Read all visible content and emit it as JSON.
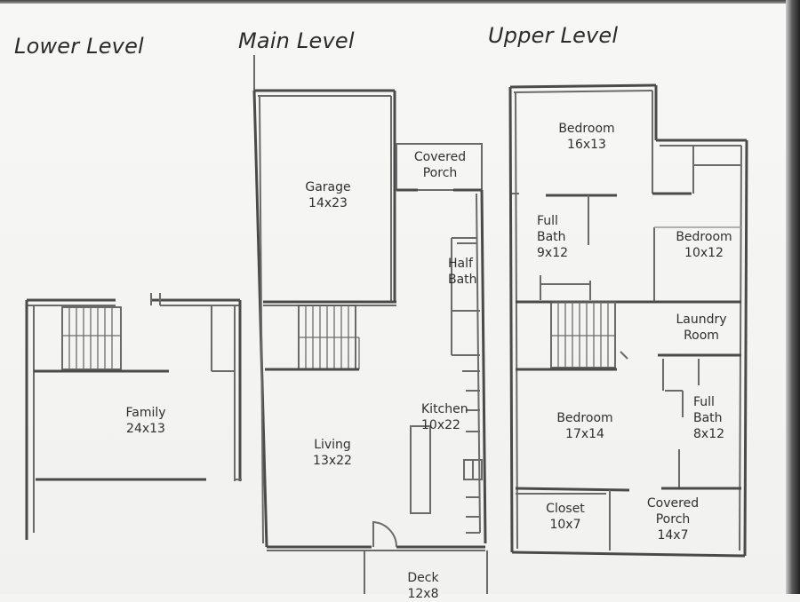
{
  "levels": {
    "lower": {
      "title": "Lower Level"
    },
    "main": {
      "title": "Main Level"
    },
    "upper": {
      "title": "Upper Level"
    }
  },
  "rooms": {
    "family": {
      "name": "Family",
      "dim": "24x13"
    },
    "garage": {
      "name": "Garage",
      "dim": "14x23"
    },
    "covered_porch_main": {
      "name_line1": "Covered",
      "name_line2": "Porch"
    },
    "half_bath": {
      "name_line1": "Half",
      "name_line2": "Bath"
    },
    "kitchen": {
      "name": "Kitchen",
      "dim": "10x22"
    },
    "living": {
      "name": "Living",
      "dim": "13x22"
    },
    "deck": {
      "name": "Deck",
      "dim": "12x8"
    },
    "bedroom_1": {
      "name": "Bedroom",
      "dim": "16x13"
    },
    "full_bath_1": {
      "name_line1": "Full",
      "name_line2": "Bath",
      "dim": "9x12"
    },
    "bedroom_2": {
      "name": "Bedroom",
      "dim": "10x12"
    },
    "laundry": {
      "name_line1": "Laundry",
      "name_line2": "Room"
    },
    "bedroom_3": {
      "name": "Bedroom",
      "dim": "17x14"
    },
    "full_bath_2": {
      "name_line1": "Full",
      "name_line2": "Bath",
      "dim": "8x12"
    },
    "closet": {
      "name": "Closet",
      "dim": "10x7"
    },
    "covered_porch_upper": {
      "name_line1": "Covered",
      "name_line2": "Porch",
      "dim": "14x7"
    }
  }
}
